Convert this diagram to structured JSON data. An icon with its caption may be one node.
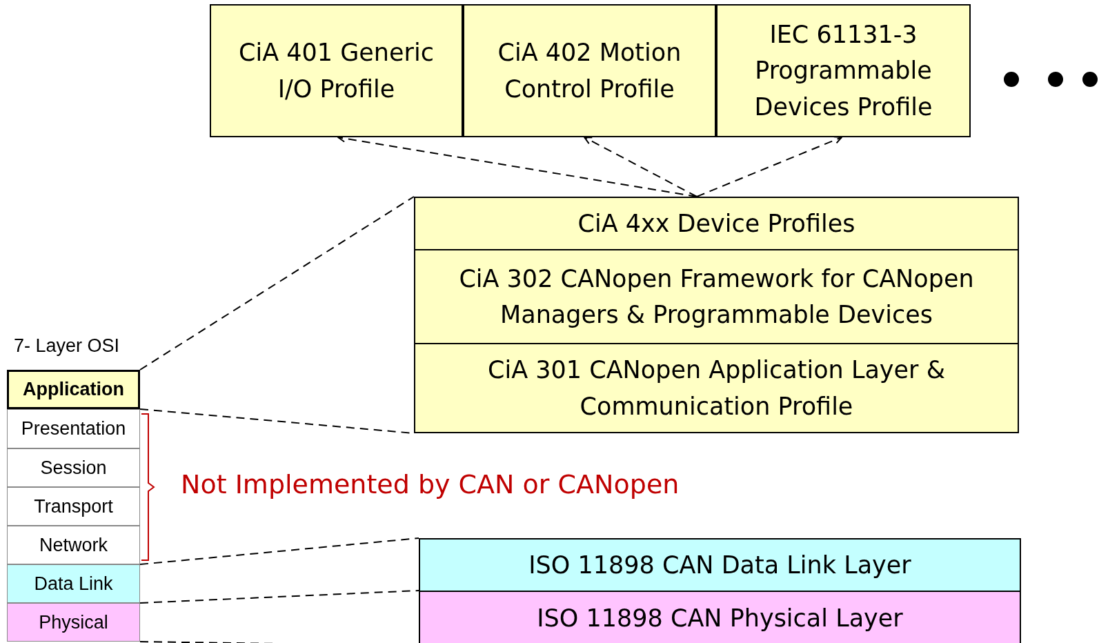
{
  "diagram": {
    "nodes": [
      {
        "text": [
          "CiA 401 Generic I/O Profile"
        ]
      },
      {
        "text": [
          "CiA 402 Motion Control Profile"
        ]
      },
      {
        "text": [
          "IEC 61131-3 Programmable Devices Profile"
        ]
      },
      {
        "text": [
          "CiA 4xx Device Profiles"
        ]
      },
      {
        "text": [
          "CiA 302 CANopen Framework for CANopen Managers & Programmable Devices"
        ]
      },
      {
        "text": [
          "CiA 301 CANopen Application Layer & Communication Profile"
        ]
      },
      {
        "text": [
          "Application"
        ]
      },
      {
        "text": [
          "Presentation"
        ]
      },
      {
        "text": [
          "Session"
        ]
      },
      {
        "text": [
          "Transport"
        ]
      },
      {
        "text": [
          "Network"
        ]
      },
      {
        "text": [
          "Data Link"
        ]
      },
      {
        "text": [
          "Physical"
        ]
      },
      {
        "text": [
          "ISO 11898 CAN Data Link Layer"
        ]
      },
      {
        "text": [
          "ISO 11898 CAN Physical Layer"
        ]
      }
    ],
    "edges": [
      {
        "from": 3,
        "to": 0,
        "arrow": "to",
        "style": "dashed"
      },
      {
        "from": 3,
        "to": 1,
        "arrow": "to",
        "style": "dashed"
      },
      {
        "from": 3,
        "to": 2,
        "arrow": "to",
        "style": "dashed"
      },
      {
        "from": 6,
        "to": 3,
        "arrow": "none",
        "style": "dashed"
      },
      {
        "from": 6,
        "to": 5,
        "arrow": "none",
        "style": "dashed"
      },
      {
        "from": 10,
        "to": 13,
        "arrow": "none",
        "style": "dashed"
      },
      {
        "from": 11,
        "to": 14,
        "arrow": "none",
        "style": "dashed"
      },
      {
        "from": 12,
        "to": 14,
        "arrow": "none",
        "style": "dashed"
      }
    ],
    "labels": [
      "7- Layer OSI",
      "Not Implemented by CAN or CANopen"
    ]
  }
}
